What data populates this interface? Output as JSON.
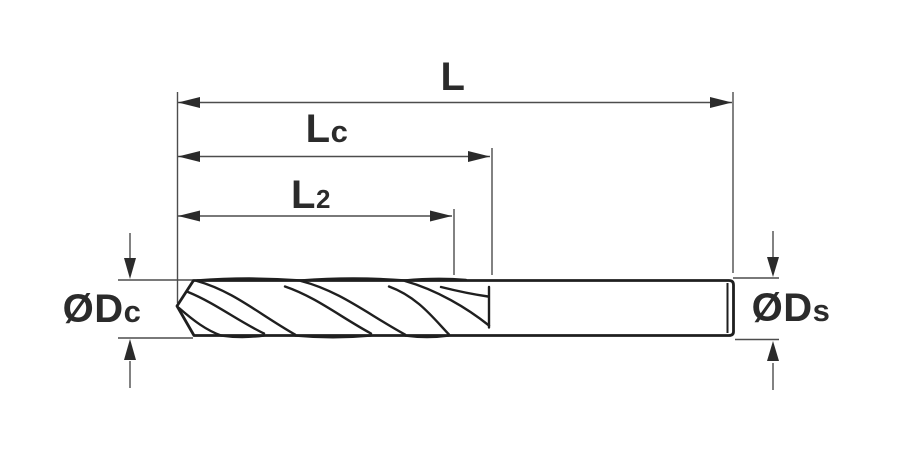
{
  "diagram_title": "Twist drill side view with dimension callouts",
  "colors": {
    "background": "#ffffff",
    "drill_outline": "#1f1f1f",
    "dimension_lines": "#4d4d4d",
    "arrowheads": "#2b2b2b",
    "label_text": "#2b2b2b"
  },
  "dimensions": {
    "l": {
      "main": "L",
      "sub": ""
    },
    "lc": {
      "main": "L",
      "sub": "c"
    },
    "l2": {
      "main": "L",
      "sub": "2"
    },
    "dc": {
      "prefix": "Ø",
      "main": "D",
      "sub": "c"
    },
    "ds": {
      "prefix": "Ø",
      "main": "D",
      "sub": "s"
    }
  }
}
